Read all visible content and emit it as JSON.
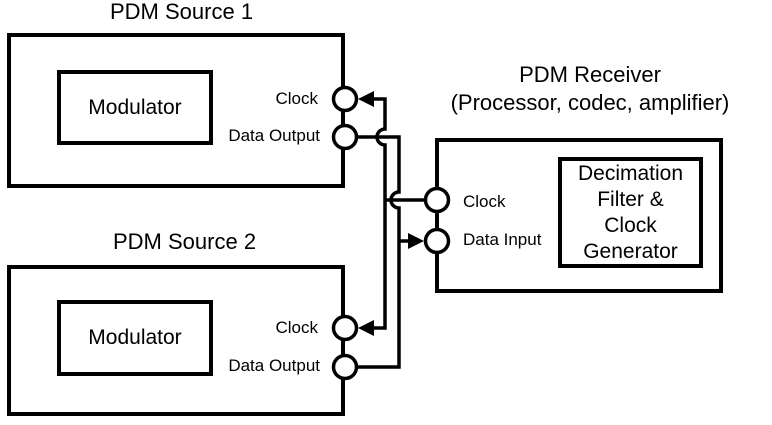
{
  "diagram": {
    "colors": {
      "line": "#000000",
      "background": "#ffffff",
      "port_fill": "#ffffff"
    },
    "source1": {
      "title": "PDM Source 1",
      "module": "Modulator",
      "clock_label": "Clock",
      "data_label": "Data Output"
    },
    "source2": {
      "title": "PDM Source 2",
      "module": "Modulator",
      "clock_label": "Clock",
      "data_label": "Data Output"
    },
    "receiver": {
      "title": "PDM Receiver",
      "subtitle": "(Processor, codec, amplifier)",
      "module": "Decimation\nFilter &\nClock\nGenerator",
      "clock_label": "Clock",
      "data_label": "Data Input"
    }
  }
}
